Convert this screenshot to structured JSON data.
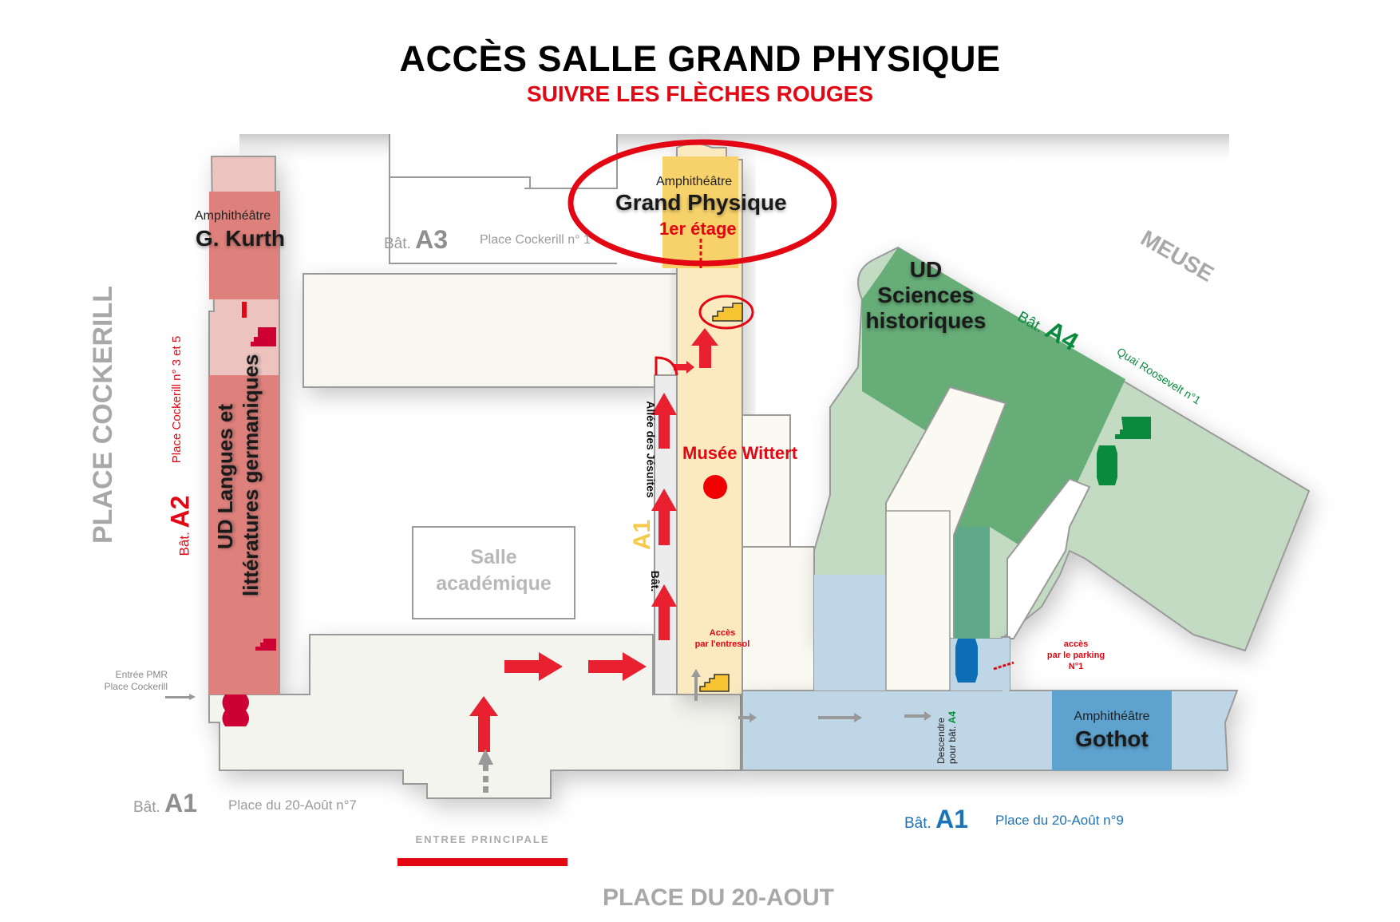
{
  "header": {
    "title": "ACCÈS SALLE GRAND PHYSIQUE",
    "subtitle": "SUIVRE LES FLÈCHES ROUGES"
  },
  "streets": {
    "place_cockerill": "PLACE COCKERILL",
    "place_20_aout": "PLACE DU 20-AOUT",
    "meuse": "MEUSE"
  },
  "buildings": {
    "a1_left": {
      "prefix": "Bât.",
      "code": "A1",
      "address": "Place du 20-Août n°7"
    },
    "a1_right": {
      "prefix": "Bât.",
      "code": "A1",
      "address": "Place du 20-Août n°9"
    },
    "a1_vertical": {
      "prefix": "Bât.",
      "code": "A1",
      "street": "Allée des Jésuites"
    },
    "a2": {
      "prefix": "Bât.",
      "code": "A2",
      "address": "Place Cockerill n° 3 et 5"
    },
    "a3": {
      "prefix": "Bât.",
      "code": "A3",
      "address": "Place Cockerill n° 1"
    },
    "a4": {
      "prefix": "Bât.",
      "code": "A4",
      "address": "Quai Roosevelt n°1"
    }
  },
  "rooms": {
    "grand_physique": {
      "kind": "Amphithéâtre",
      "name": "Grand Physique",
      "floor": "1er étage"
    },
    "kurth": {
      "kind": "Amphithéâtre",
      "name": "G. Kurth"
    },
    "gothot": {
      "kind": "Amphithéâtre",
      "name": "Gothot"
    },
    "salle_academique": {
      "line1": "Salle",
      "line2": "académique"
    },
    "ud_langues": {
      "line1": "UD Langues et",
      "line2": "littératures germaniques"
    },
    "ud_sciences": {
      "line1": "UD",
      "line2": "Sciences",
      "line3": "historiques"
    },
    "musee": {
      "name": "Musée Wittert"
    }
  },
  "notes": {
    "acces_entresol": {
      "line1": "Accès",
      "line2": "par l'entresol"
    },
    "acces_parking": {
      "line1": "accès",
      "line2": "par le parking",
      "line3": "N°1"
    },
    "descendre": {
      "line1": "Descendre",
      "line2": "pour bât.",
      "target": "A4"
    },
    "entree_pmr": {
      "line1": "Entrée PMR",
      "line2": "Place Cockerill"
    },
    "entree_principale": "ENTREE PRINCIPALE"
  },
  "colors": {
    "accent_red": "#e30613",
    "arrow_red": "#e8202f",
    "a1_yellow": "#fbe9bf",
    "a1_yellow_dark": "#f7c948",
    "a2_red": "#de817c",
    "a2_red_light": "#ecc3bf",
    "a4_green": "#66ad78",
    "a4_green_light": "#c2dbc2",
    "a1_blue": "#bed6e6",
    "gothot_blue": "#5ea3cf",
    "building_gray": "#f4f4ef",
    "outline_gray": "#9a9a9a"
  }
}
